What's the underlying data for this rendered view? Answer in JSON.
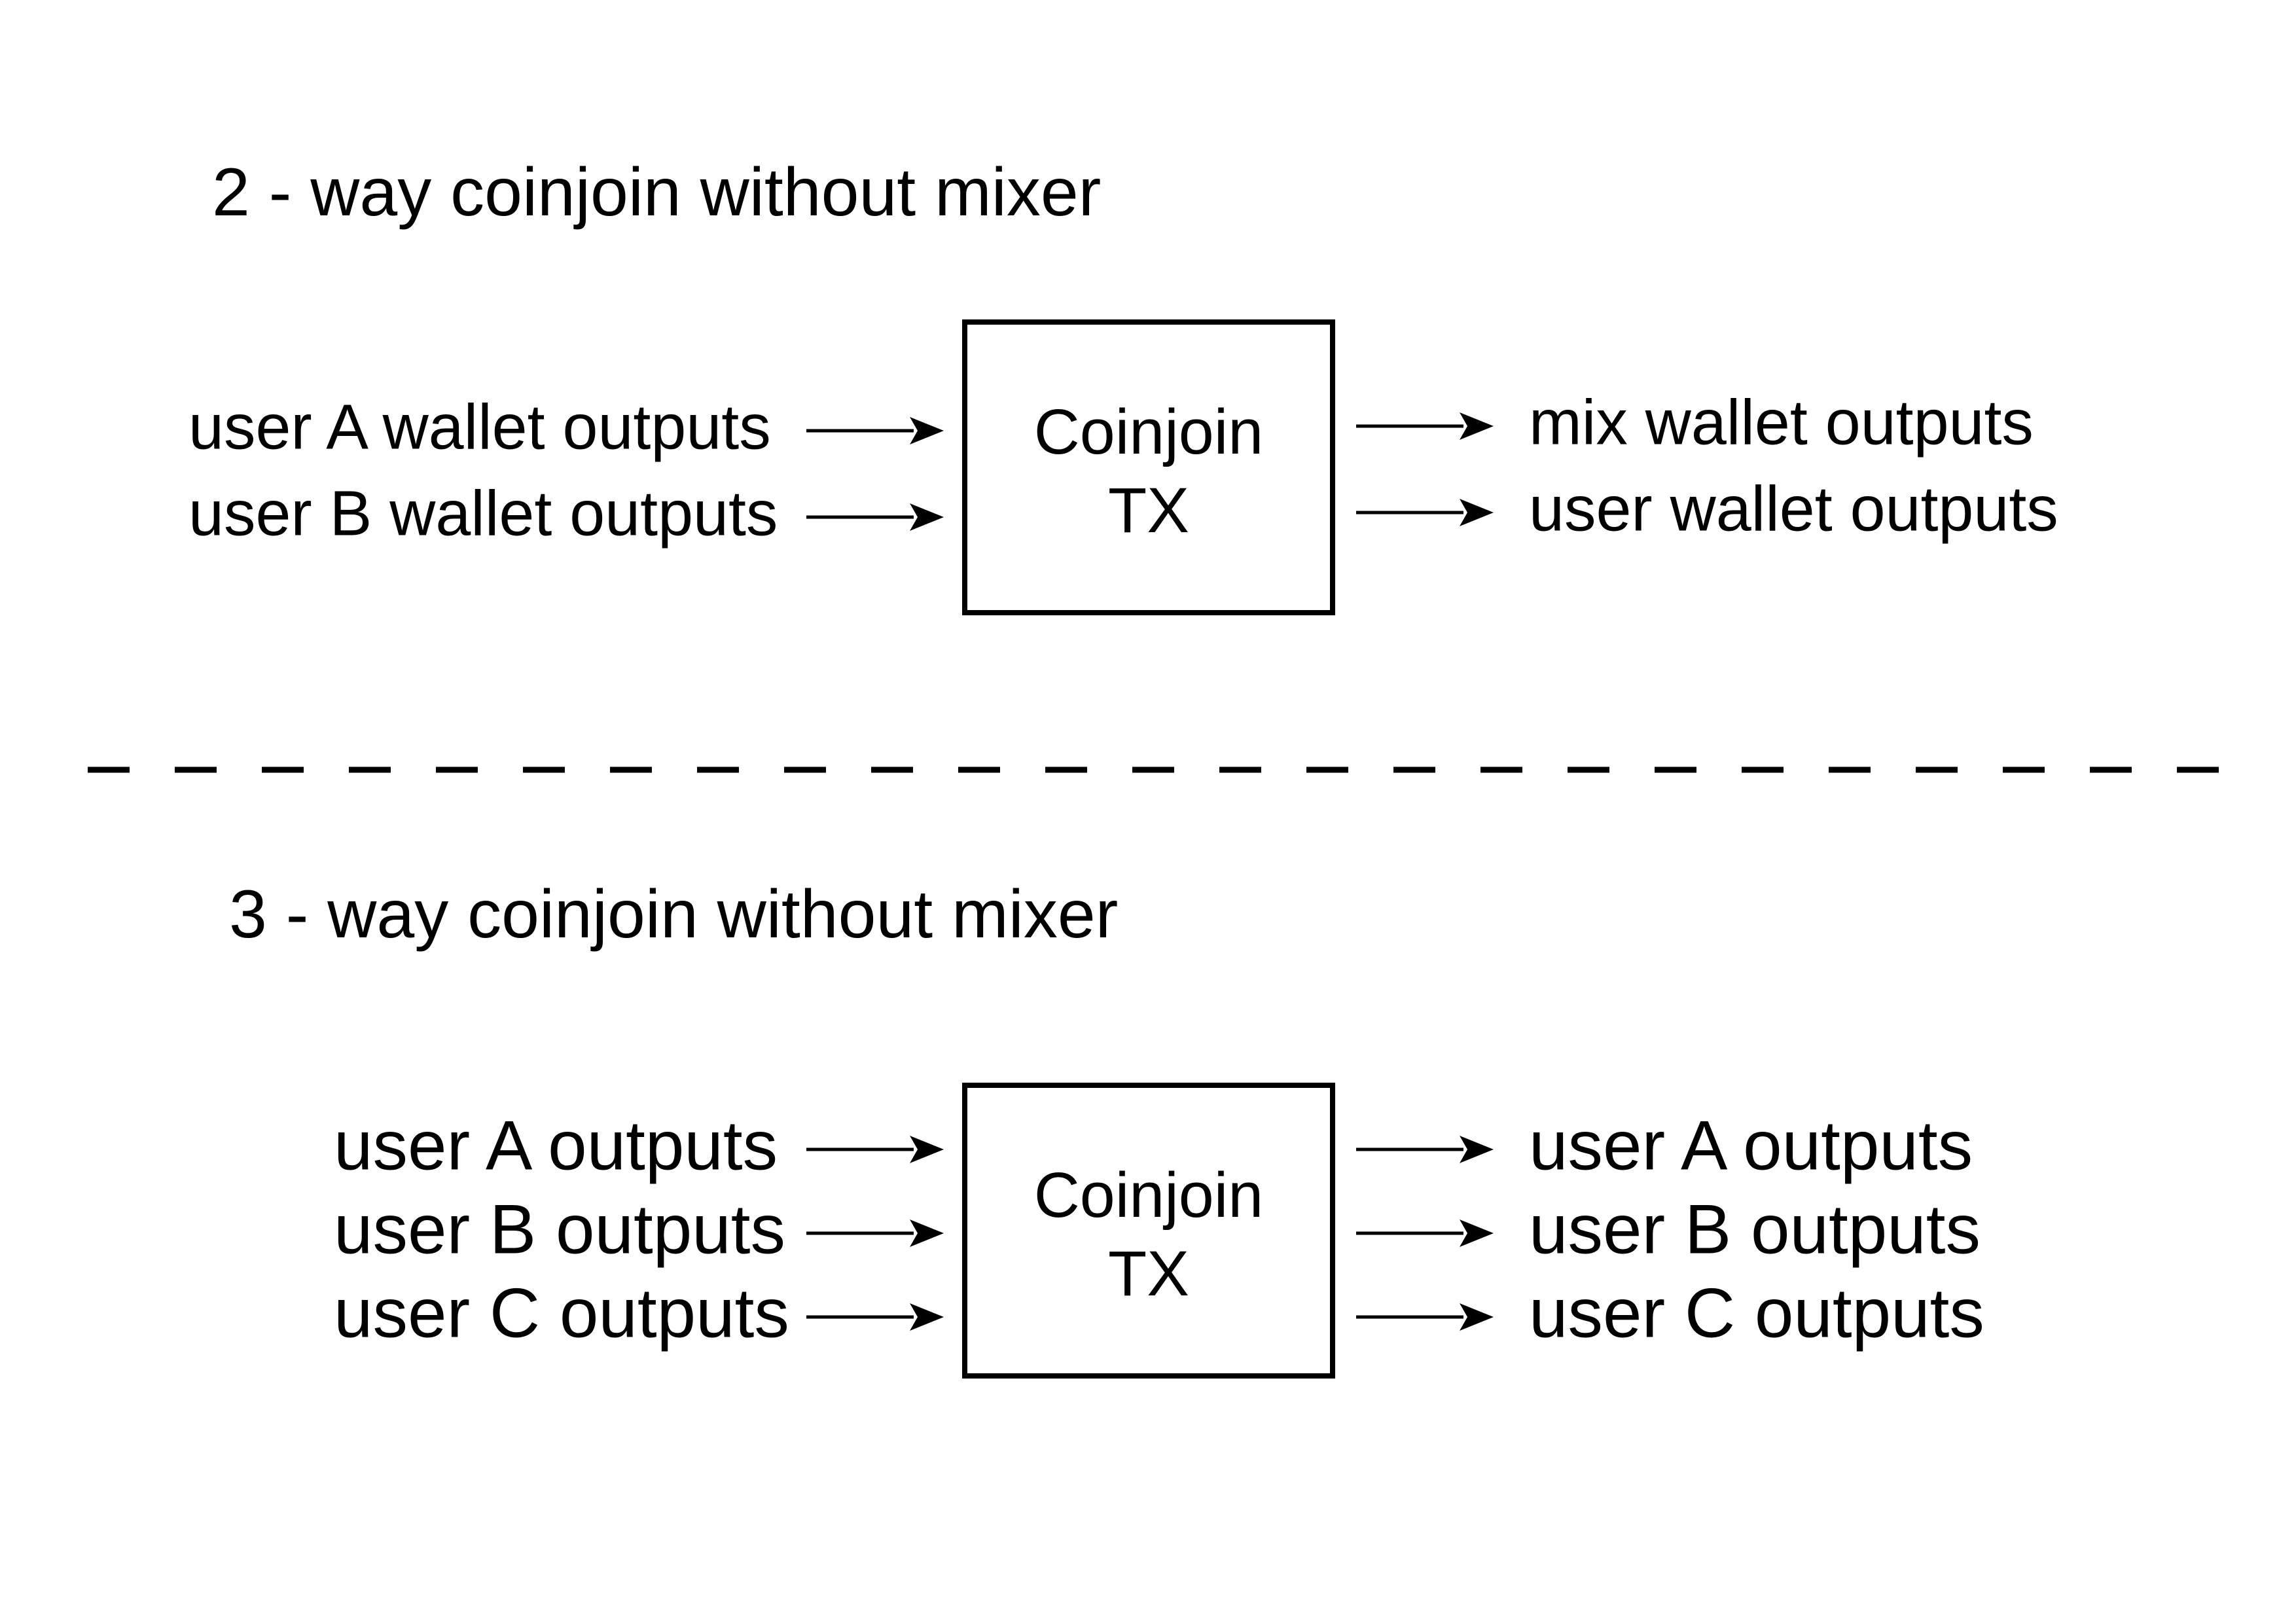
{
  "canvas": {
    "background": "#ffffff",
    "ink": "#000000"
  },
  "sections": [
    {
      "title": "2 - way coinjoin without mixer",
      "box": {
        "line1": "Coinjoin",
        "line2": "TX"
      },
      "inputs": [
        "user A wallet outputs",
        "user B wallet outputs"
      ],
      "outputs": [
        "mix wallet outputs",
        "user wallet outputs"
      ]
    },
    {
      "title": "3 - way coinjoin without mixer",
      "box": {
        "line1": "Coinjoin",
        "line2": "TX"
      },
      "inputs": [
        "user A outputs",
        "user B outputs",
        "user C outputs"
      ],
      "outputs": [
        "user A outputs",
        "user B outputs",
        "user C outputs"
      ]
    }
  ],
  "divider": {
    "style": "dashed"
  }
}
